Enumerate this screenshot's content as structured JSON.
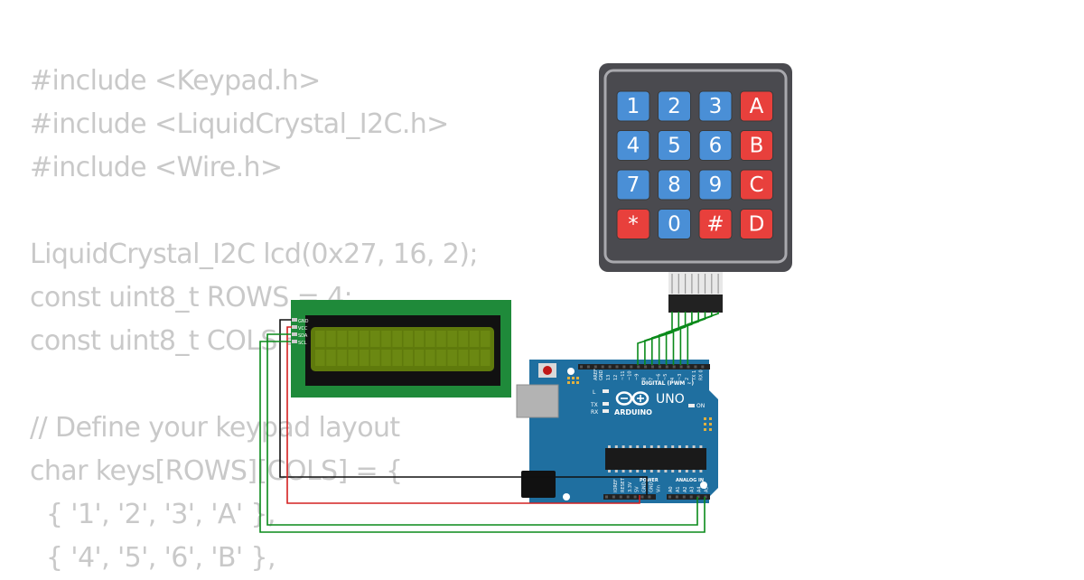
{
  "code": {
    "lines": [
      "#include <Keypad.h>",
      "#include <LiquidCrystal_I2C.h>",
      "#include <Wire.h>",
      "",
      "LiquidCrystal_I2C lcd(0x27, 16, 2);",
      "const uint8_t ROWS = 4;",
      "const uint8_t COLS = 4;",
      "",
      "// Define your keypad layout",
      "char keys[ROWS][COLS] = {",
      "  { '1', '2', '3', 'A' },",
      "  { '4', '5', '6', 'B' },"
    ]
  },
  "keypad": {
    "rows": [
      [
        {
          "label": "1",
          "color": "#4a8fd6"
        },
        {
          "label": "2",
          "color": "#4a8fd6"
        },
        {
          "label": "3",
          "color": "#4a8fd6"
        },
        {
          "label": "A",
          "color": "#e8403c"
        }
      ],
      [
        {
          "label": "4",
          "color": "#4a8fd6"
        },
        {
          "label": "5",
          "color": "#4a8fd6"
        },
        {
          "label": "6",
          "color": "#4a8fd6"
        },
        {
          "label": "B",
          "color": "#e8403c"
        }
      ],
      [
        {
          "label": "7",
          "color": "#4a8fd6"
        },
        {
          "label": "8",
          "color": "#4a8fd6"
        },
        {
          "label": "9",
          "color": "#4a8fd6"
        },
        {
          "label": "C",
          "color": "#e8403c"
        }
      ],
      [
        {
          "label": "*",
          "color": "#e8403c"
        },
        {
          "label": "0",
          "color": "#4a8fd6"
        },
        {
          "label": "#",
          "color": "#e8403c"
        },
        {
          "label": "D",
          "color": "#e8403c"
        }
      ]
    ]
  },
  "lcd": {
    "pins": [
      "GND",
      "VCC",
      "SDA",
      "SCL"
    ]
  },
  "arduino": {
    "aref": "AREF",
    "gnd": "GND",
    "digital_label": "DIGITAL (PWM ~)",
    "digital_pins": [
      "13",
      "12",
      "~11",
      "~10",
      "~9",
      "8",
      "7",
      "~6",
      "~5",
      "4",
      "~3",
      "2",
      "TX 1",
      "RX 0"
    ],
    "tx": "TX",
    "rx": "RX",
    "l": "L",
    "uno": "UNO",
    "brand": "ARDUINO",
    "on": "ON",
    "power_label": "POWER",
    "analog_label": "ANALOG IN",
    "power_pins": [
      "IOREF",
      "RESET",
      "3.3V",
      "5V",
      "GND",
      "GND",
      "Vin"
    ],
    "analog_pins": [
      "A0",
      "A1",
      "A2",
      "A3",
      "A4",
      "A5"
    ]
  },
  "colors": {
    "code_text": "#c9c9c9",
    "board": "#1f6fa0",
    "lcd_pcb": "#1f8a3a",
    "lcd_screen": "#5f7a0c",
    "keypad_body": "#4a4a4f",
    "wire_green": "#0a8a1a",
    "wire_red": "#d42020",
    "wire_black": "#111111"
  }
}
